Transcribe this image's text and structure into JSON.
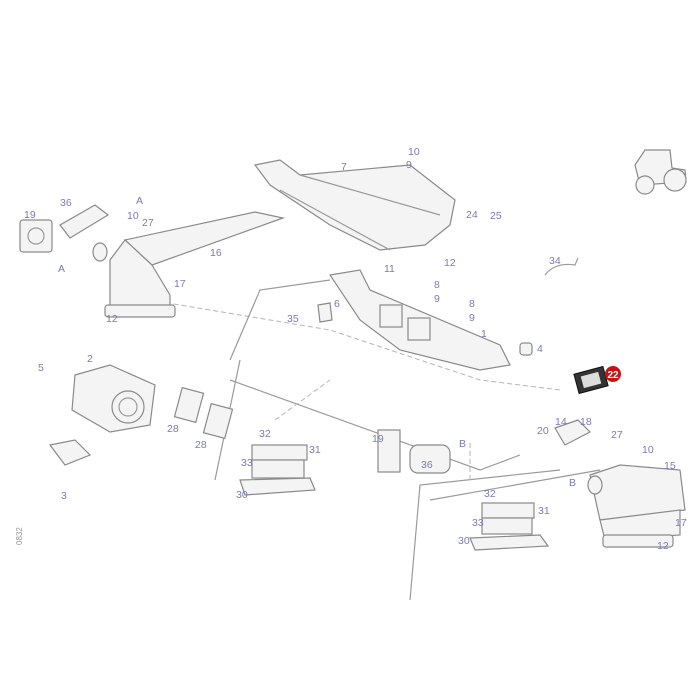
{
  "diagram": {
    "callouts": [
      "7",
      "10",
      "9",
      "36",
      "A",
      "19",
      "10",
      "27",
      "A",
      "16",
      "24",
      "25",
      "12",
      "11",
      "34",
      "8",
      "9",
      "17",
      "12",
      "6",
      "35",
      "8",
      "9",
      "1",
      "4",
      "5",
      "2",
      "28",
      "28",
      "32",
      "31",
      "33",
      "30",
      "3",
      "20",
      "14",
      "18",
      "19",
      "36",
      "B",
      "27",
      "10",
      "15",
      "B",
      "32",
      "31",
      "33",
      "30",
      "17",
      "12"
    ],
    "highlighted_callout": "22",
    "highlight_color": "#cc1111",
    "label_color": "#7a7ab8",
    "figure_code": "0832"
  }
}
